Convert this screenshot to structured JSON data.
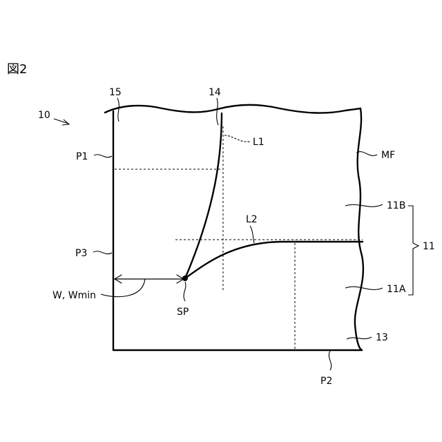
{
  "figure": {
    "title": "図2",
    "labels": {
      "ref_10": "10",
      "ref_15": "15",
      "ref_14": "14",
      "ref_L1": "L1",
      "ref_P1": "P1",
      "ref_MF": "MF",
      "ref_11B": "11B",
      "ref_L2": "L2",
      "ref_P3": "P3",
      "ref_11": "11",
      "ref_W": "W, Wmin",
      "ref_11A": "11A",
      "ref_SP": "SP",
      "ref_13": "13",
      "ref_P2": "P2"
    }
  }
}
